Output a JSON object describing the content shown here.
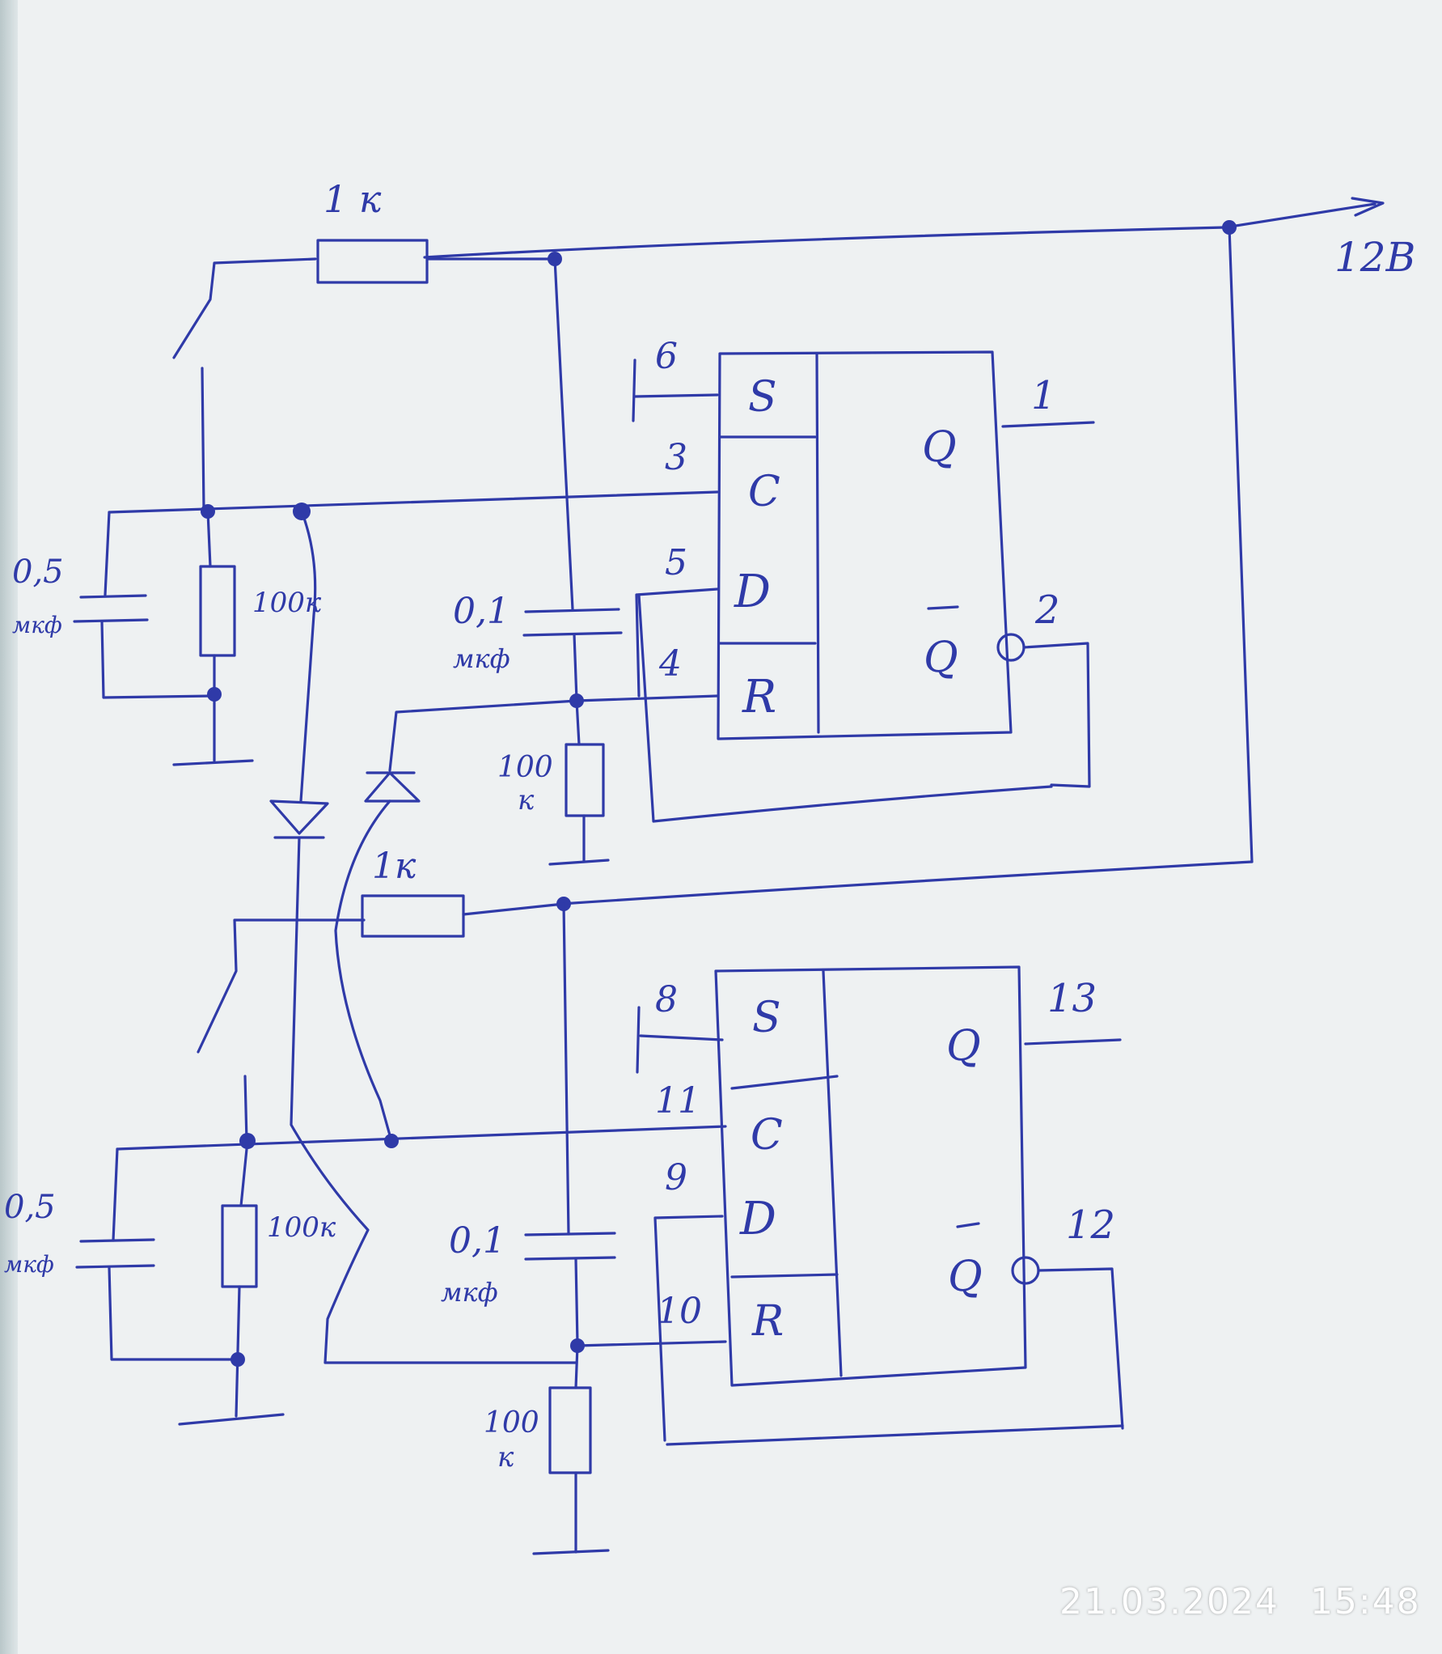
{
  "labels": {
    "supply": "12В",
    "r_top": "1 к",
    "r_bottom": "1к",
    "c_left_top_value": "0,5",
    "c_left_top_unit": "мкф",
    "c_left_bottom_value": "0,5",
    "c_left_bottom_unit": "мкф",
    "r_left_top": "100к",
    "r_left_bottom": "100к",
    "c_mid_top_value": "0,1",
    "c_mid_top_unit": "мкф",
    "c_mid_bottom_value": "0,1",
    "c_mid_bottom_unit": "мкф",
    "r_mid_top_value": "100",
    "r_mid_top_unit": "к",
    "r_mid_bottom_value": "100",
    "r_mid_bottom_unit": "к"
  },
  "flipflop_top": {
    "s": "S",
    "c": "C",
    "d": "D",
    "r": "R",
    "q": "Q",
    "qbar": "Q",
    "pin_s": "6",
    "pin_c": "3",
    "pin_d": "5",
    "pin_r": "4",
    "pin_q": "1",
    "pin_qbar": "2"
  },
  "flipflop_bottom": {
    "s": "S",
    "c": "C",
    "d": "D",
    "r": "R",
    "q": "Q",
    "qbar": "Q",
    "pin_s": "8",
    "pin_c": "11",
    "pin_d": "9",
    "pin_r": "10",
    "pin_q": "13",
    "pin_qbar": "12"
  },
  "photo": {
    "date": "21.03.2024",
    "time": "15:48"
  }
}
